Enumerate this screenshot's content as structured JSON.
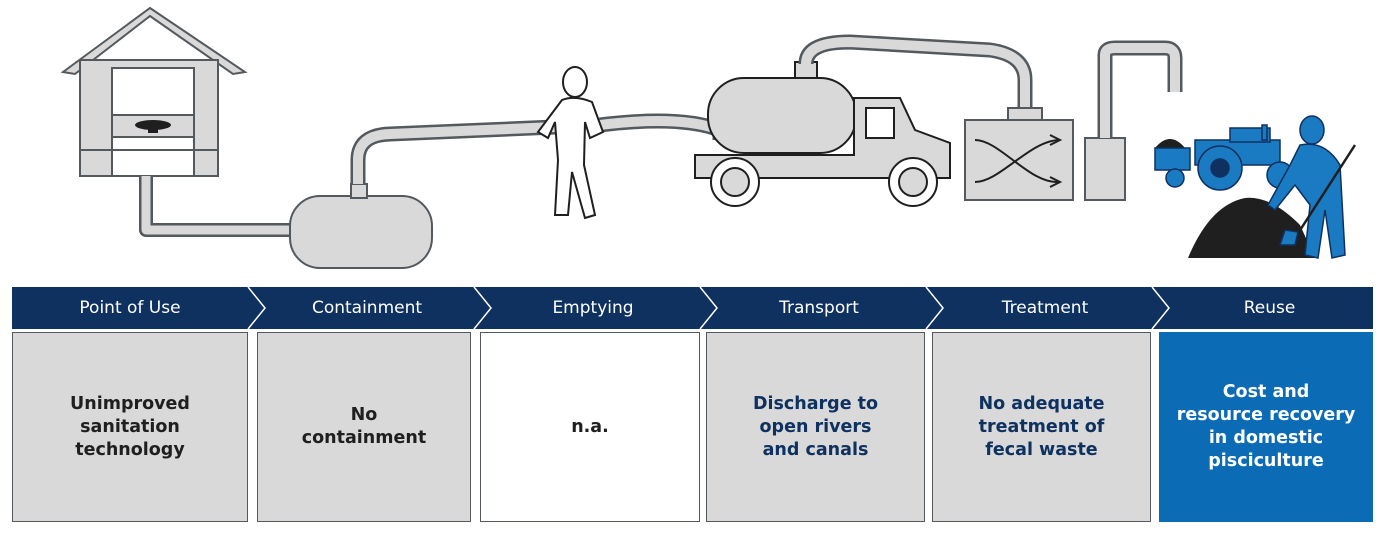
{
  "colors": {
    "navy": "#0e3160",
    "blue": "#0b6bb4",
    "figure_blue": "#1a7ac2",
    "gray_fill": "#d9d9d9",
    "outline": "#54595e",
    "white": "#ffffff",
    "dark_text": "#1f1f1f"
  },
  "icons": [
    "latrine-icon",
    "septic-tank-icon",
    "worker-icon",
    "vacuum-truck-icon",
    "treatment-plant-icon",
    "tractor-icon",
    "farmer-icon",
    "compost-pile-icon"
  ],
  "stages": [
    {
      "label": "Point of Use",
      "description": "Unimproved\nsanitation\ntechnology",
      "fill": "#d9d9d9",
      "text_color": "#1f1f1f"
    },
    {
      "label": "Containment",
      "description": "No\ncontainment",
      "fill": "#d9d9d9",
      "text_color": "#1f1f1f"
    },
    {
      "label": "Emptying",
      "description": "n.a.",
      "fill": "#ffffff",
      "text_color": "#1f1f1f"
    },
    {
      "label": "Transport",
      "description": "Discharge to\nopen rivers\nand canals",
      "fill": "#d9d9d9",
      "text_color": "#0e3160"
    },
    {
      "label": "Treatment",
      "description": "No adequate\ntreatment of\nfecal waste",
      "fill": "#d9d9d9",
      "text_color": "#0e3160"
    },
    {
      "label": "Reuse",
      "description": "Cost and\nresource recovery\nin domestic\npisciculture",
      "fill": "#0b6bb4",
      "text_color": "#ffffff"
    }
  ]
}
